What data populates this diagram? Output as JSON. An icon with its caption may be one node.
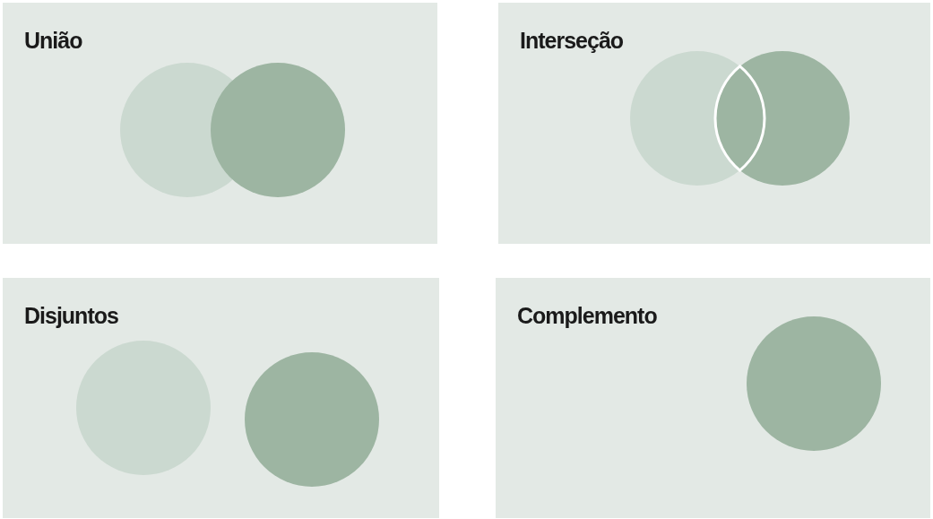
{
  "diagram": {
    "nodes": [
      {
        "text": [
          "União"
        ]
      },
      {
        "text": [
          "Interseção"
        ]
      },
      {
        "text": [
          "Disjuntos"
        ]
      },
      {
        "text": [
          "Complemento"
        ]
      }
    ]
  }
}
